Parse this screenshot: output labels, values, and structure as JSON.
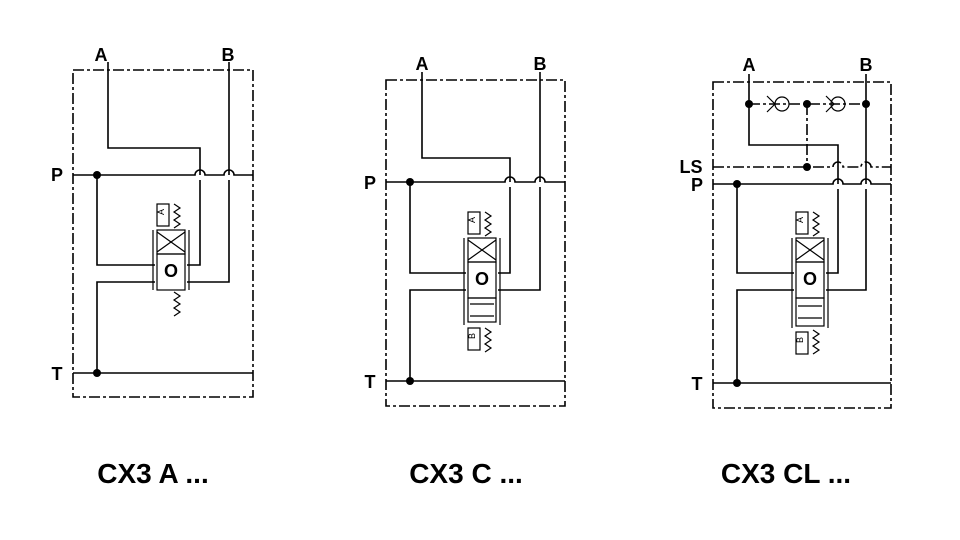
{
  "diagrams": [
    {
      "ports": {
        "a": "A",
        "b": "B",
        "p": "P",
        "t": "T"
      },
      "spool": "O",
      "caption": "CX3 A ..."
    },
    {
      "ports": {
        "a": "A",
        "b": "B",
        "p": "P",
        "t": "T"
      },
      "spool": "O",
      "caption": "CX3 C ..."
    },
    {
      "ports": {
        "a": "A",
        "b": "B",
        "p": "P",
        "t": "T",
        "ls": "LS"
      },
      "spool": "O",
      "caption": "CX3 CL ..."
    }
  ],
  "solenoid_labels": {
    "a": "A",
    "b": "B"
  }
}
